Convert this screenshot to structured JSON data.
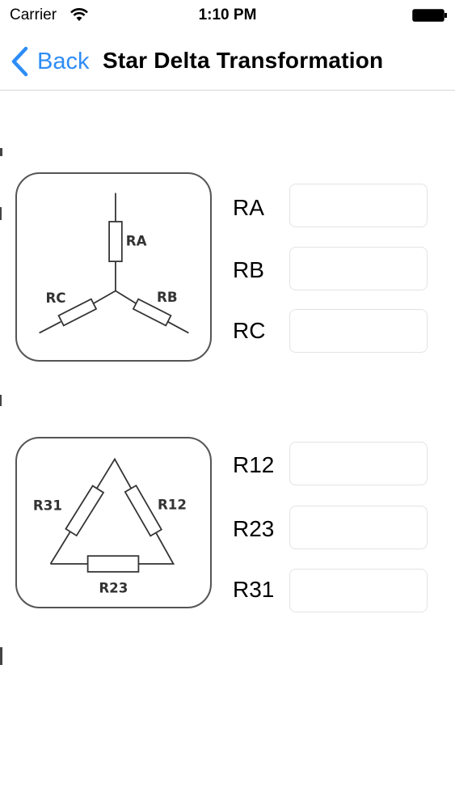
{
  "status_bar": {
    "carrier": "Carrier",
    "time": "1:10 PM",
    "wifi_icon": "wifi-icon",
    "battery_icon": "battery-full-icon"
  },
  "nav": {
    "back_label": "Back",
    "title": "Star Delta Transformation",
    "accent_color": "#2d8df7"
  },
  "star_section": {
    "diagram_labels": {
      "ra": "RA",
      "rb": "RB",
      "rc": "RC"
    },
    "fields": [
      {
        "label": "RA",
        "value": ""
      },
      {
        "label": "RB",
        "value": ""
      },
      {
        "label": "RC",
        "value": ""
      }
    ]
  },
  "delta_section": {
    "diagram_labels": {
      "r12": "R12",
      "r23": "R23",
      "r31": "R31"
    },
    "fields": [
      {
        "label": "R12",
        "value": ""
      },
      {
        "label": "R23",
        "value": ""
      },
      {
        "label": "R31",
        "value": ""
      }
    ]
  }
}
